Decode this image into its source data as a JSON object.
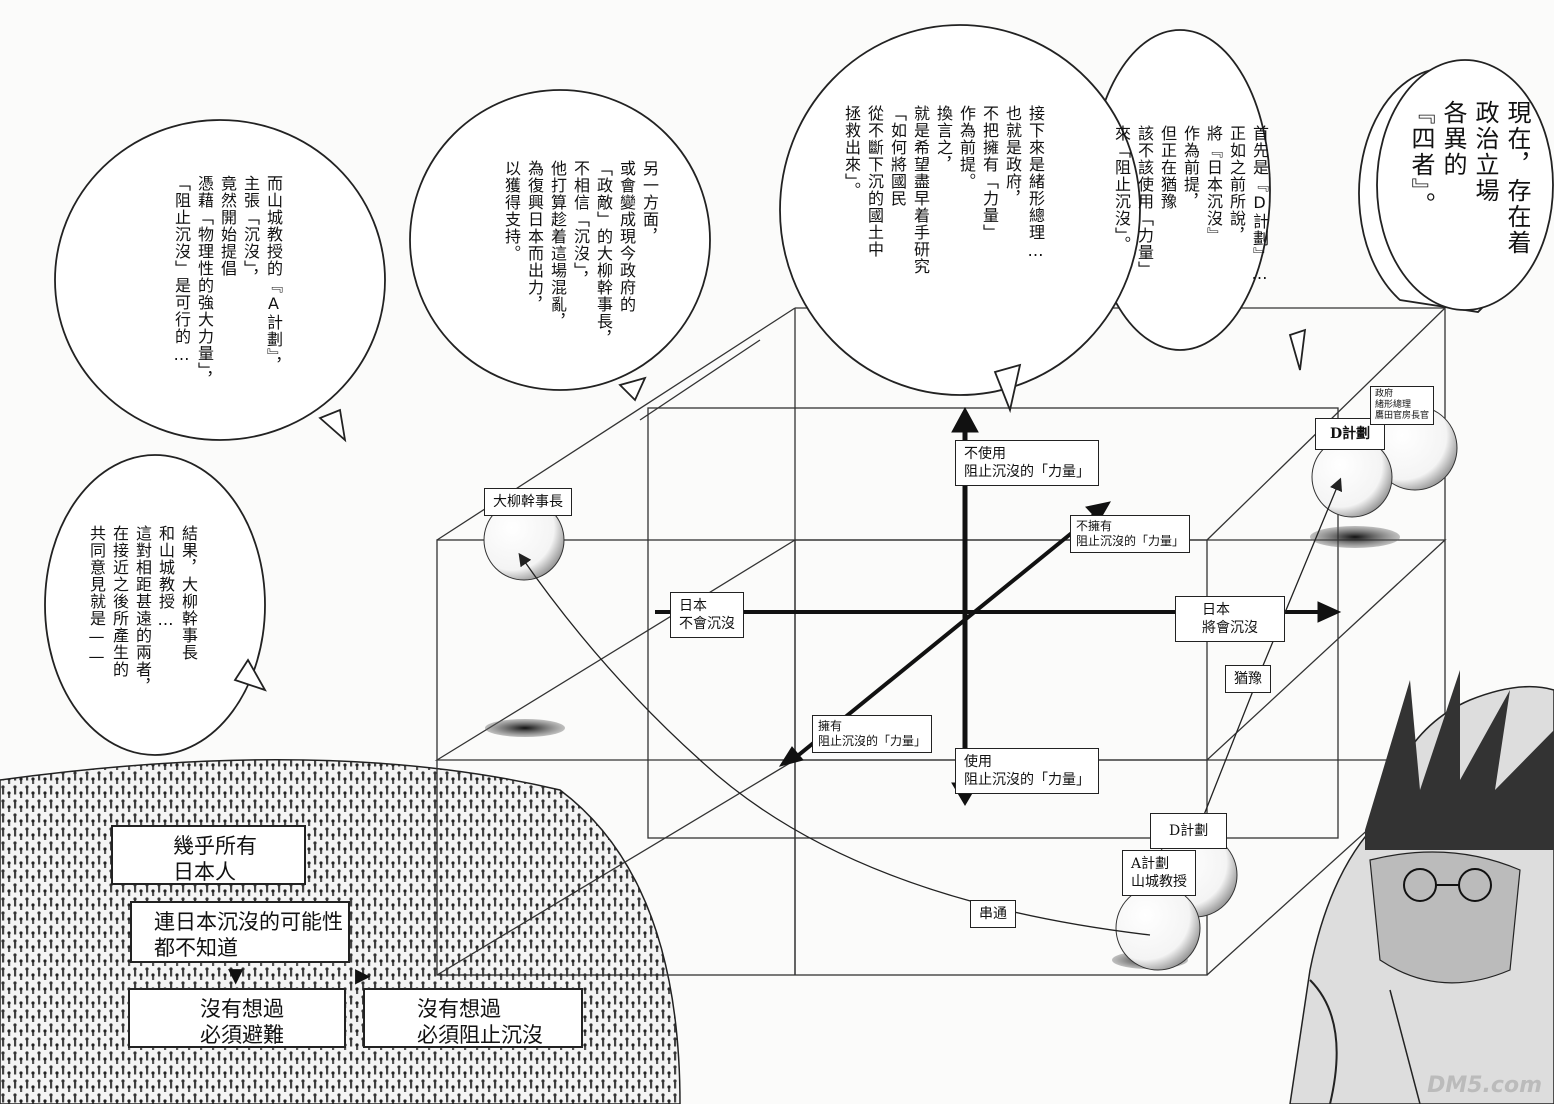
{
  "bubbles": {
    "b1": "現在，存在着\n政治立場\n各異的\n『四者』。",
    "b2": "首先是『D計劃』…\n正如之前所說，\n將『日本沉沒』\n作為前提，\n但正在猶豫\n該不該使用「力量」\n來「阻止沉沒」。",
    "b3": "接下來是緒形總理…\n也就是政府，\n不把擁有「力量」\n作為前提。\n換言之，\n就是希望盡早着手研究\n「如何將國民\n從不斷下沉的國土中\n拯救出來」。",
    "b4": "另一方面，\n或會變成現今政府的\n「政敵」的大柳幹事長，\n不相信「沉沒」，\n他打算趁着這場混亂，\n為復興日本而出力，\n以獲得支持。",
    "b5": "而山城教授的『A計劃』，\n主張「沉沒」，\n竟然開始提倡\n憑藉「物理性的強大力量」，\n「阻止沉沒」是可行的…",
    "b6": "結果，大柳幹事長\n和山城教授…\n這對相距甚遠的兩者，\n在接近之後所產生的\n共同意見就是——"
  },
  "labels": {
    "not_use_power": "不使用\n阻止沉沒的「力量」",
    "use_power": "使用\n阻止沉沒的「力量」",
    "not_have_power": "不擁有\n阻止沉沒的「力量」",
    "have_power": "擁有\n阻止沉沒的「力量」",
    "japan_not_sink": "日本\n不會沉沒",
    "japan_will_sink": "日本\n將會沉沒",
    "hesitate": "猶豫",
    "collude": "串通",
    "oyanagi": "大柳幹事長",
    "d_plan_top": "D計劃",
    "gov_tag": "政府\n緒形總理\n鷹田官房長官",
    "d_plan_bottom": "D計劃",
    "a_plan": "A計劃\n山城教授"
  },
  "boxes": {
    "almost_all": "幾乎所有\n日本人",
    "dont_know": "連日本沉沒的可能性\n都不知道",
    "no_evac": "沒有想過\n必須避難",
    "no_stop": "沒有想過\n必須阻止沉沒"
  },
  "watermark": "DM5.com"
}
